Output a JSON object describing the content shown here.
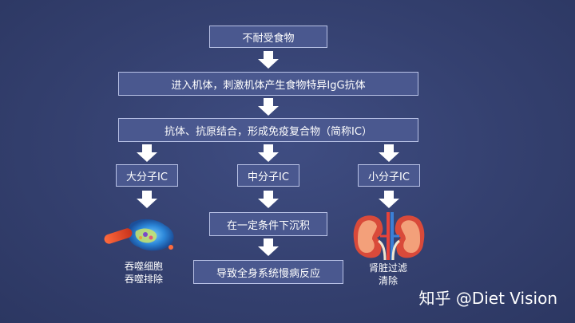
{
  "nodes": {
    "food_intolerance": "不耐受食物",
    "enter_body": "进入机体，刺激机体产生食物特异IgG抗体",
    "antibody_bind": "抗体、抗原结合，形成免疫复合物（简称IC）",
    "large_ic": "大分子IC",
    "medium_ic": "中分子IC",
    "small_ic": "小分子IC",
    "deposit": "在一定条件下沉积",
    "chronic": "导致全身系统慢病反应"
  },
  "captions": {
    "phagocyte_line1": "吞噬细胞",
    "phagocyte_line2": "吞噬排除",
    "kidney_line1": "肾脏过滤",
    "kidney_line2": "清除"
  },
  "icons": {
    "phagocyte": "phagocyte-icon",
    "kidney": "kidney-icon"
  },
  "watermark": "知乎 @Diet Vision",
  "colors": {
    "background": "#35416f",
    "box_fill": "#4a588f",
    "box_border": "#b9c2e6",
    "arrow": "#ffffff"
  }
}
